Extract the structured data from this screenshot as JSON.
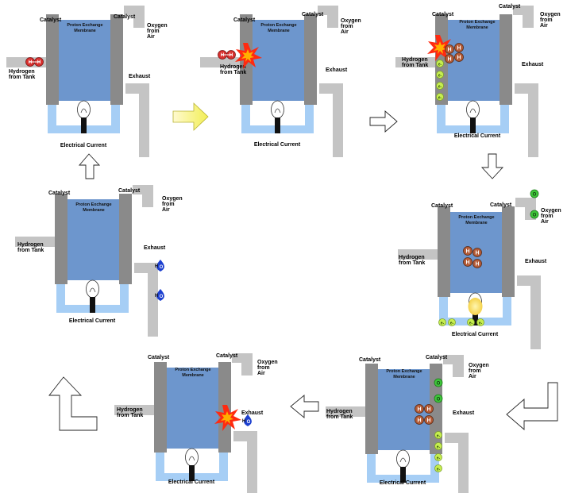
{
  "labels": {
    "catalyst": "Catalyst",
    "membrane_line1": "Proton Exchange",
    "membrane_line2": "Membrane",
    "oxygen_line1": "Oxygen",
    "oxygen_line2": "from",
    "oxygen_line3": "Air",
    "hydrogen_line1": "Hydrogen",
    "hydrogen_line2": "from Tank",
    "exhaust": "Exhaust",
    "current": "Electrical Current"
  },
  "particles": {
    "hydrogen_pair": "H–H",
    "proton": "H",
    "electron": "e-",
    "oxygen": "O",
    "water_h": "H",
    "water_o": "O"
  },
  "colors": {
    "membrane": "#6d96cd",
    "catalyst": "#8a8a8a",
    "pipe": "#c4c4c4",
    "wire": "#a6cef5",
    "hydrogen": "#d8302e",
    "proton": "#b35a36",
    "electron": "#c6ee4f",
    "oxygen": "#3ec53a",
    "water": "#1c3fcf",
    "explosion": "#ff2a10",
    "glow": "#ffe05a",
    "arrow_yellow": "#f7f56a"
  }
}
